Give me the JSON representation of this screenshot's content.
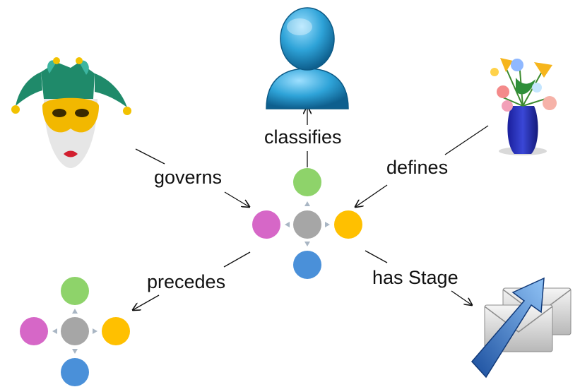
{
  "relations": {
    "governs": "governs",
    "classifies": "classifies",
    "defines": "defines",
    "precedes": "precedes",
    "has_stage": "has Stage"
  },
  "icons": {
    "mask": "jester-mask-icon",
    "person": "person-icon",
    "flowers": "flower-vase-icon",
    "process": "process-node-icon",
    "email": "email-forward-icon"
  },
  "colors": {
    "node_center": "#a6a6a6",
    "node_top": "#8ed36a",
    "node_left": "#d667c7",
    "node_right": "#ffc000",
    "node_bottom": "#4a90d9",
    "arrow_small": "#a9b6c4",
    "line": "#111111"
  }
}
